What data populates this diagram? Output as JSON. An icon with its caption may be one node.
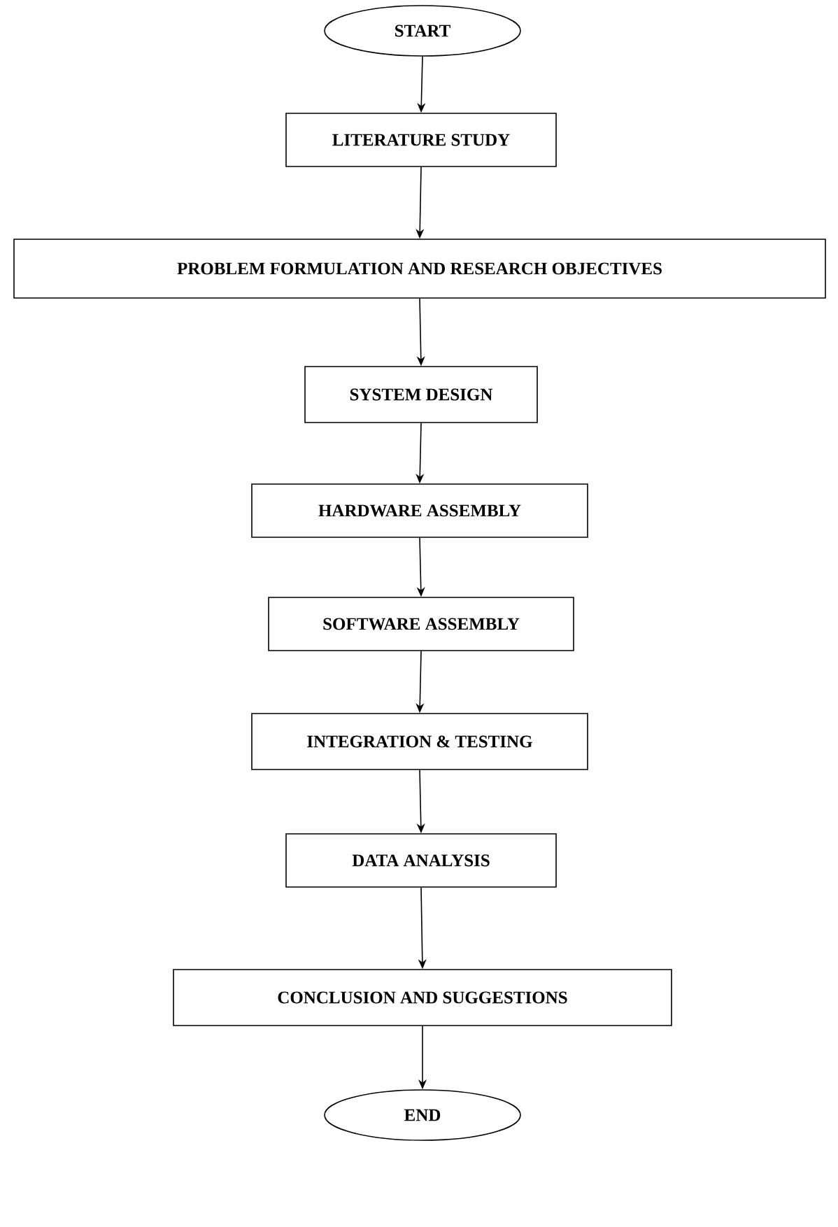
{
  "diagram": {
    "nodes": [
      {
        "text": [
          "START"
        ]
      },
      {
        "text": [
          "LITERATURE STUDY"
        ]
      },
      {
        "text": [
          "PROBLEM FORMULATION AND RESEARCH OBJECTIVES"
        ]
      },
      {
        "text": [
          "SYSTEM DESIGN"
        ]
      },
      {
        "text": [
          "HARDWARE ASSEMBLY"
        ]
      },
      {
        "text": [
          "SOFTWARE ASSEMBLY"
        ]
      },
      {
        "text": [
          "INTEGRATION & TESTING"
        ]
      },
      {
        "text": [
          "DATA ANALYSIS"
        ]
      },
      {
        "text": [
          "CONCLUSION AND SUGGESTIONS"
        ]
      },
      {
        "text": [
          "END"
        ]
      }
    ],
    "edges": [
      {
        "from": 0,
        "to": 1,
        "arrow": "to"
      },
      {
        "from": 1,
        "to": 2,
        "arrow": "to"
      },
      {
        "from": 2,
        "to": 3,
        "arrow": "to"
      },
      {
        "from": 3,
        "to": 4,
        "arrow": "to"
      },
      {
        "from": 4,
        "to": 5,
        "arrow": "to"
      },
      {
        "from": 5,
        "to": 6,
        "arrow": "to"
      },
      {
        "from": 6,
        "to": 7,
        "arrow": "to"
      },
      {
        "from": 7,
        "to": 8,
        "arrow": "to"
      },
      {
        "from": 8,
        "to": 9,
        "arrow": "to"
      }
    ]
  }
}
